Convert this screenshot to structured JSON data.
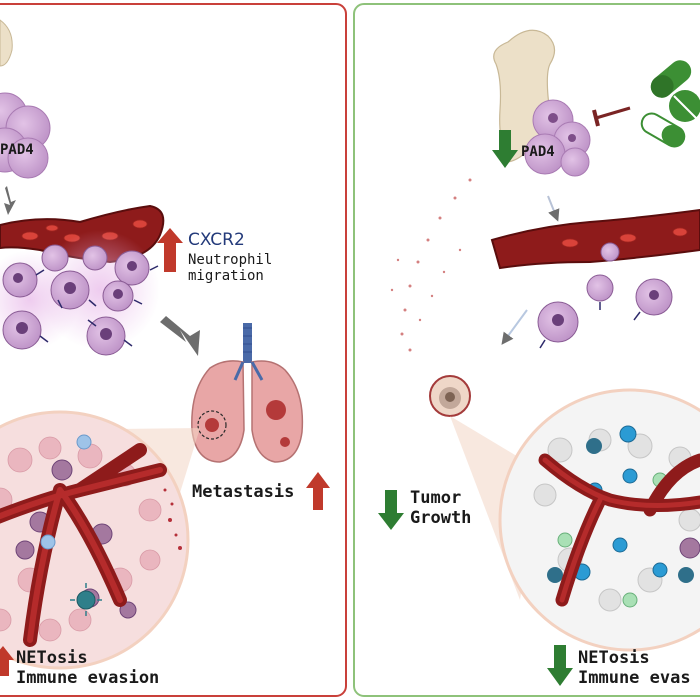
{
  "left_panel": {
    "pad4_label": "PAD4",
    "receptor_label": "CXCR2",
    "migration_line1": "Neutrophil",
    "migration_line2": "migration",
    "metastasis_label": "Metastasis",
    "outcome_line1": "NETosis",
    "outcome_line2": "Immune evasion"
  },
  "right_panel": {
    "pad4_label": "PAD4",
    "tumor_line1": "Tumor",
    "tumor_line2": "Growth",
    "outcome_line1": "NETosis",
    "outcome_line2": "Immune evas"
  },
  "colors": {
    "left_border": "#c9403a",
    "right_border": "#8ec27a",
    "up_arrow": "#c0392b",
    "down_arrow": "#2e7d32",
    "vessel": "#8e1b1b",
    "neutrophil": "#cfa6d6",
    "lung": "#e8a6a6",
    "drug": "#3c8f34"
  }
}
